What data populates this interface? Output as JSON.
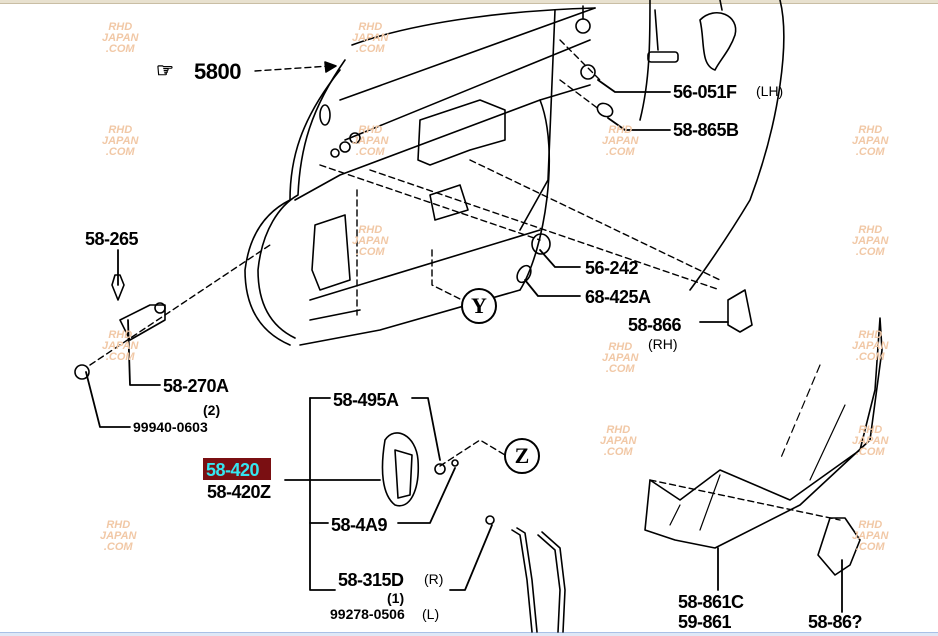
{
  "diagram": {
    "title_ref": "5800",
    "callouts": [
      "Y",
      "Z"
    ],
    "highlighted_part": "58-420",
    "parts": [
      {
        "number": "56-051F",
        "note": "(LH)"
      },
      {
        "number": "58-865B"
      },
      {
        "number": "58-265"
      },
      {
        "number": "58-270A"
      },
      {
        "number": "99940-0603",
        "qty": "(2)"
      },
      {
        "number": "56-242"
      },
      {
        "number": "68-425A"
      },
      {
        "number": "58-866",
        "note": "(RH)"
      },
      {
        "number": "58-495A"
      },
      {
        "number": "58-420"
      },
      {
        "number": "58-420Z"
      },
      {
        "number": "58-4A9"
      },
      {
        "number": "58-315D",
        "note": "(R)"
      },
      {
        "number": "99278-0506",
        "qty": "(1)",
        "note": "(L)"
      },
      {
        "number": "58-861C"
      },
      {
        "number": "59-861"
      },
      {
        "number": "58-86?"
      }
    ]
  },
  "watermark": {
    "line1": "RHD",
    "line2": "JAPAN",
    "line3": ".COM"
  },
  "colors": {
    "highlight_bg": "#7a0f12",
    "highlight_text": "#35e6f0",
    "watermark": "#f1c8a6"
  }
}
